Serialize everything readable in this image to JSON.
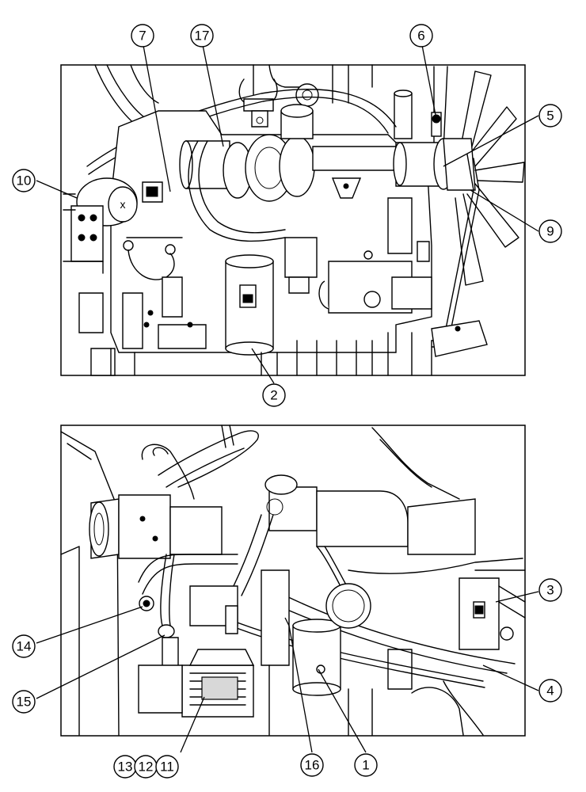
{
  "callouts": {
    "c1": "1",
    "c2": "2",
    "c3": "3",
    "c4": "4",
    "c5": "5",
    "c6": "6",
    "c7": "7",
    "c9": "9",
    "c10": "10",
    "c11": "11",
    "c12": "12",
    "c13": "13",
    "c14": "14",
    "c15": "15",
    "c16": "16",
    "c17": "17"
  }
}
